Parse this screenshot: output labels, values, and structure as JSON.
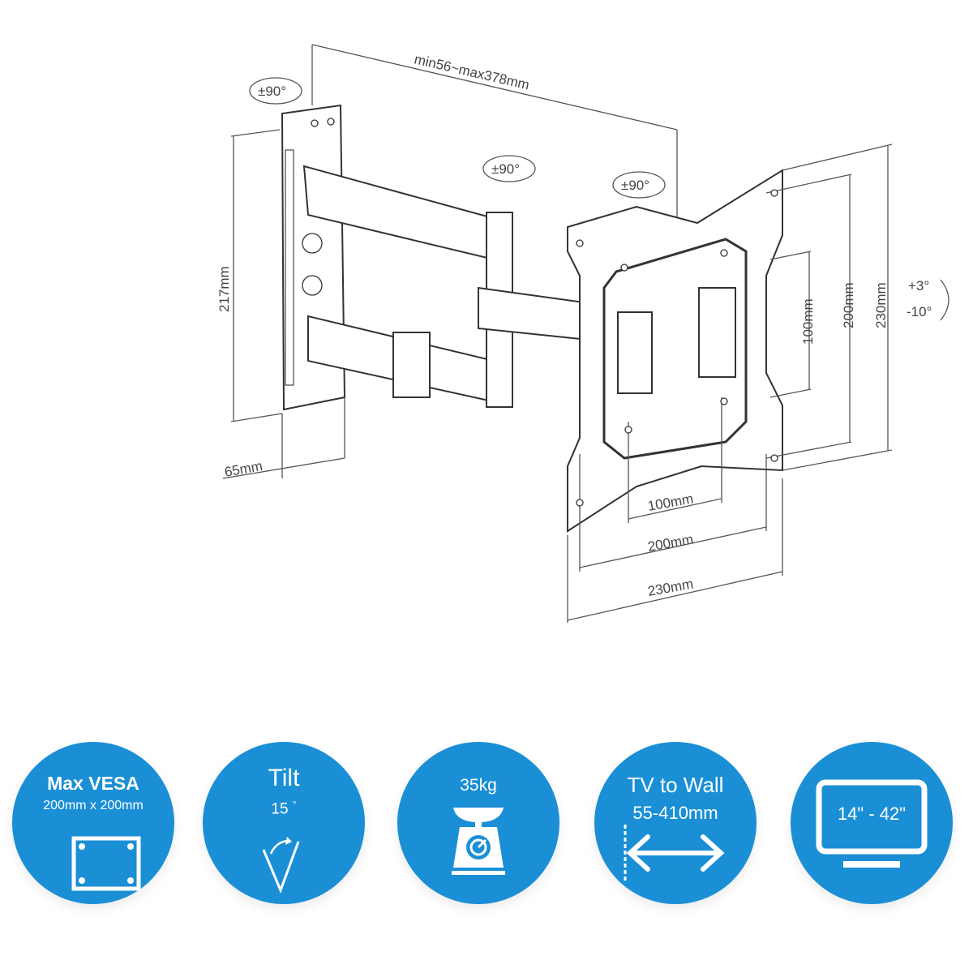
{
  "drawing": {
    "arm_extension": "min56~max378mm",
    "swivel_wall": "±90°",
    "swivel_arm": "±90°",
    "swivel_plate": "±90°",
    "wall_plate_height": "217mm",
    "wall_plate_width": "65mm",
    "vesa_v_small": "100mm",
    "vesa_v_large": "200mm",
    "plate_height": "230mm",
    "tilt_up": "+3°",
    "tilt_down": "-10°",
    "vesa_h_small": "100mm",
    "vesa_h_large": "200mm",
    "plate_width": "230mm"
  },
  "features": [
    {
      "title": "Max VESA",
      "value": "200mm x 200mm",
      "icon": "vesa-plate-icon"
    },
    {
      "title": "Tilt",
      "value": "15",
      "unit": "°",
      "icon": "tilt-icon"
    },
    {
      "title": "35kg",
      "icon": "scale-icon"
    },
    {
      "title": "TV to Wall",
      "value": "55-410mm",
      "icon": "double-arrow-icon"
    },
    {
      "title": "14\" - 42\"",
      "icon": "tv-monitor-icon"
    }
  ],
  "colors": {
    "accent": "#1a8fd6",
    "line": "#444444"
  }
}
